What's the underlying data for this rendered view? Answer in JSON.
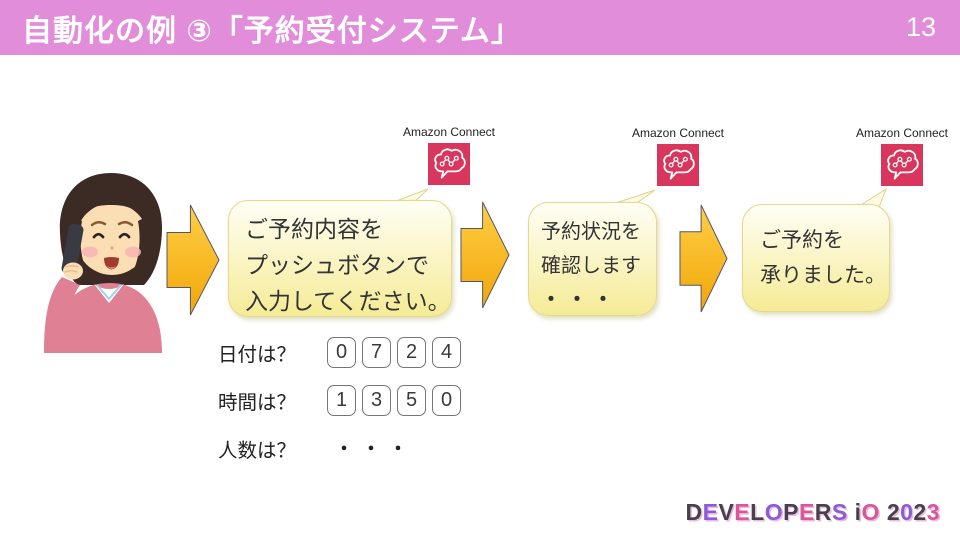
{
  "header": {
    "title": "自動化の例 ③「予約受付システム」",
    "page_number": "13"
  },
  "flow": {
    "service_label": "Amazon Connect",
    "service_icon": "amazon-connect-cloud-flow-icon",
    "caller_illustration": "woman-talking-on-phone",
    "steps": [
      {
        "bubble_lines": [
          "ご予約内容を",
          "プッシュボタンで",
          "入力してください。"
        ]
      },
      {
        "bubble_lines": [
          "予約状況を",
          "確認します",
          "・・・"
        ]
      },
      {
        "bubble_lines": [
          "ご予約を",
          "承りました。"
        ]
      }
    ]
  },
  "questions": {
    "rows": [
      {
        "label": "日付は？",
        "digits": [
          "0",
          "7",
          "2",
          "4"
        ]
      },
      {
        "label": "時間は？",
        "digits": [
          "1",
          "3",
          "5",
          "0"
        ]
      },
      {
        "label": "人数は？",
        "digits": [],
        "placeholder": "・・・"
      }
    ]
  },
  "footer": {
    "logo_text": "DEVELOPERS iO 2023",
    "logo_palette": [
      "#46414f",
      "#8a5cd8",
      "#46414f",
      "#d8569c"
    ]
  },
  "colors": {
    "header_bg": "#E28DDA",
    "arrow_top": "#FFCF45",
    "arrow_bottom": "#F1A60A",
    "arrow_stroke": "#55556B",
    "bubble_top": "#FFFEF5",
    "bubble_bottom": "#F5EB96",
    "bubble_border": "#E3D98E",
    "connect_red": "#D8365C"
  }
}
